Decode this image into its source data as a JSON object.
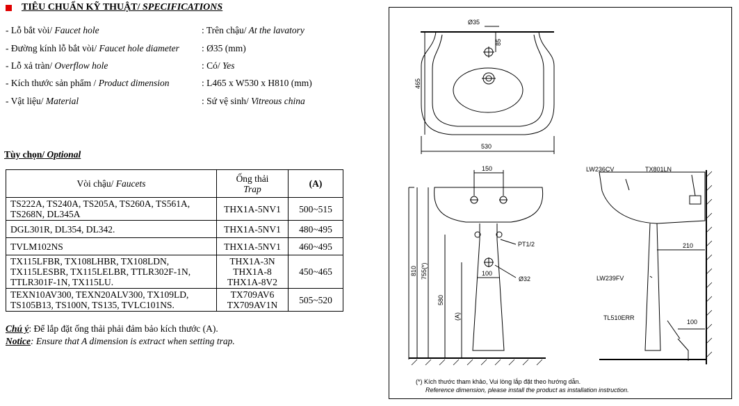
{
  "title": {
    "vi": "TIÊU CHUẨN KỸ THUẬT/",
    "en": " SPECIFICATIONS"
  },
  "specs": [
    {
      "label_vi": "- Lỗ bắt vòi/",
      "label_en": " Faucet hole",
      "value_vi": ": Trên chậu/",
      "value_en": " At the lavatory"
    },
    {
      "label_vi": "- Đường kính lỗ bắt vòi/",
      "label_en": " Faucet hole diameter",
      "value_vi": ": Ø35 (mm)",
      "value_en": ""
    },
    {
      "label_vi": "- Lỗ xả tràn/",
      "label_en": " Overflow hole",
      "value_vi": ": Có/",
      "value_en": " Yes"
    },
    {
      "label_vi": "- Kích thước sản phẩm /",
      "label_en": " Product dimension",
      "value_vi": ": L465 x W530 x H810 (mm)",
      "value_en": ""
    },
    {
      "label_vi": "- Vật liệu/",
      "label_en": " Material",
      "value_vi": ": Sứ vệ sinh/",
      "value_en": " Vitreous china"
    }
  ],
  "optional": {
    "vi": "Tùy chọn/",
    "en": " Optional"
  },
  "table": {
    "header": {
      "faucet_vi": "Vòi chậu/",
      "faucet_en": " Faucets",
      "trap_vi": "Ống thải",
      "trap_en": "Trap",
      "a": "(A)"
    },
    "rows": [
      {
        "faucets": "TS222A, TS240A, TS205A, TS260A, TS561A, TS268N, DL345A",
        "trap": "THX1A-5NV1",
        "a": "500~515"
      },
      {
        "faucets": "DGL301R, DL354, DL342.",
        "trap": "THX1A-5NV1",
        "a": "480~495"
      },
      {
        "faucets": "TVLM102NS",
        "trap": "THX1A-5NV1",
        "a": "460~495"
      },
      {
        "faucets": "TX115LFBR, TX108LHBR, TX108LDN, TX115LESBR, TX115LELBR, TTLR302F-1N, TTLR301F-1N, TX115LU.",
        "trap": "THX1A-3N\nTHX1A-8\nTHX1A-8V2",
        "a": "450~465"
      },
      {
        "faucets": "TEXN10AV300, TEXN20ALV300, TX109LD, TS105B13, TS100N, TS135, TVLC101NS.",
        "trap": "TX709AV6\nTX709AV1N",
        "a": "505~520"
      }
    ]
  },
  "notes": {
    "vi_label": "Chú ý",
    "vi_text": ": Để lắp đặt ống thải phải đảm bảo kích thước (A).",
    "en_label": "Notice",
    "en_text": ": Ensure that A dimension is extract when setting trap."
  },
  "drawing": {
    "dims": {
      "d35": "Ø35",
      "d85": "85",
      "d465": "465",
      "d530": "530",
      "d150": "150",
      "d100": "100",
      "d32": "Ø32",
      "pt": "PT1/2",
      "d810": "810",
      "d755": "755(*)",
      "d580": "580",
      "dA": "(A)",
      "d210": "210",
      "d100b": "100"
    },
    "parts": {
      "lw236": "LW236CV",
      "tx801": "TX801LN",
      "lw239": "LW239FV",
      "tl510": "TL510ERR"
    },
    "footnote_vi": "(*) Kích thước tham khảo, Vui lòng lắp đặt theo hướng dẫn.",
    "footnote_en": "Reference dimension, please install the product as installation instruction."
  }
}
